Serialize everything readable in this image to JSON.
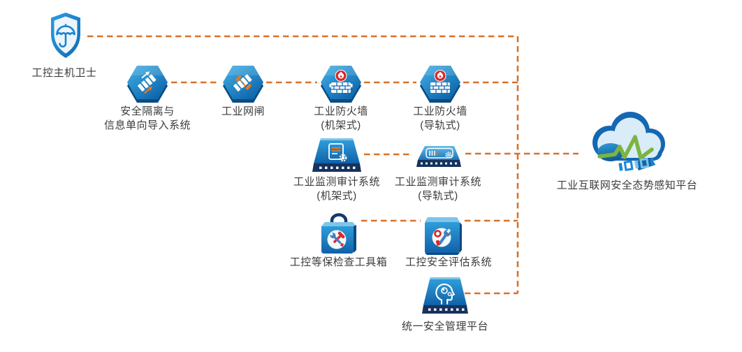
{
  "colors": {
    "connector": "#d9712a",
    "text": "#3b3b3b",
    "node_blue_light": "#42b2e8",
    "node_blue_dark": "#0c62a8",
    "navy_base": "#16325e",
    "accent_orange": "#e8791e",
    "badge_red": "#da2525",
    "pulse_green": "#7cb43e",
    "cloud_outline": "#1467b2",
    "cloud_fill": "#d9ecf8"
  },
  "nodes": {
    "host_guard": {
      "label": "工控主机卫士",
      "icon": "shield-umbrella-icon"
    },
    "isolation": {
      "line1": "安全隔离与",
      "line2": "信息单向导入系统",
      "icon": "one-way-transfer-icon"
    },
    "gatekeeper": {
      "label": "工业网闸",
      "icon": "network-gap-icon"
    },
    "firewall_rack": {
      "line1": "工业防火墙",
      "line2": "(机架式)",
      "icon": "firewall-icon"
    },
    "firewall_rail": {
      "line1": "工业防火墙",
      "line2": "(导轨式)",
      "icon": "firewall-icon"
    },
    "audit_rack": {
      "line1": "工业监测审计系统",
      "line2": "(机架式)",
      "icon": "rack-server-icon"
    },
    "audit_rail": {
      "line1": "工业监测审计系统",
      "line2": "(导轨式)",
      "icon": "rail-device-icon"
    },
    "toolbox": {
      "label": "工控等保检查工具箱",
      "icon": "toolbox-icon"
    },
    "assessment": {
      "label": "工控安全评估系统",
      "icon": "assessment-cube-icon"
    },
    "management": {
      "label": "统一安全管理平台",
      "icon": "head-server-icon"
    },
    "cloud": {
      "label": "工业互联网安全态势感知平台",
      "icon": "cloud-platform-icon"
    }
  }
}
